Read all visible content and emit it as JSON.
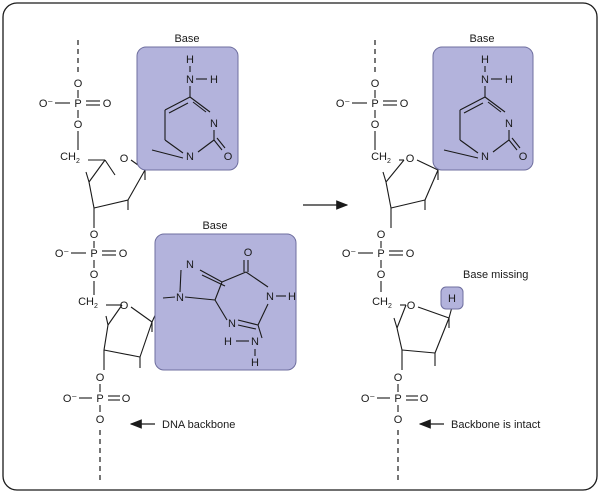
{
  "labels": {
    "base": "Base",
    "base_missing": "Base missing",
    "dna_backbone": "DNA backbone",
    "backbone_intact": "Backbone is intact"
  },
  "atoms": {
    "oxygen": "O",
    "phosphorus": "P",
    "ominus": "O⁻",
    "carbon": "C",
    "hydrogen": "H",
    "nitrogen": "N",
    "h2_sub": "2"
  },
  "colors": {
    "base_fill": "#b3b3dc",
    "base_stroke": "#6f6f9f",
    "frame": "#1a1a1a"
  }
}
